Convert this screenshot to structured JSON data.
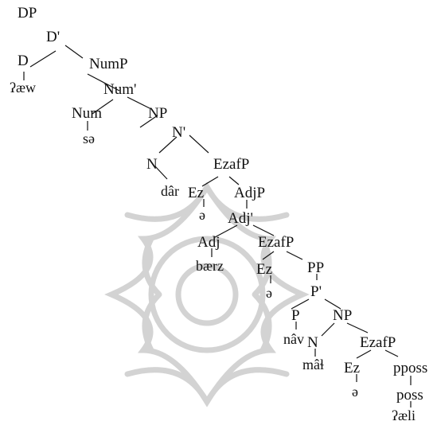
{
  "tree": {
    "nodes": {
      "dp": "DP",
      "d_bar": "D'",
      "d": "D",
      "d_word": "ʔæw",
      "nump": "NumP",
      "num_bar": "Num'",
      "num": "Num",
      "num_word": "sə",
      "np1": "NP",
      "n_bar1": "N'",
      "n1": "N",
      "n1_word": "dâr",
      "ezafp1": "EzafP",
      "ez1": "Ez",
      "ez1_word": "ə",
      "adjp": "AdjP",
      "adj_bar": "Adj'",
      "adj": "Adj",
      "adj_word": "bærz",
      "ezafp2": "EzafP",
      "ez2": "Ez",
      "ez2_word": "ə",
      "pp": "PP",
      "p_bar": "P'",
      "p": "P",
      "p_word": "nâv",
      "np2": "NP",
      "n2": "N",
      "n2_word": "mâɬ",
      "ezafp3": "EzafP",
      "ez3": "Ez",
      "ez3_word": "ə",
      "pposs": "pposs",
      "poss": "poss",
      "poss_word": "ʔæli"
    }
  }
}
